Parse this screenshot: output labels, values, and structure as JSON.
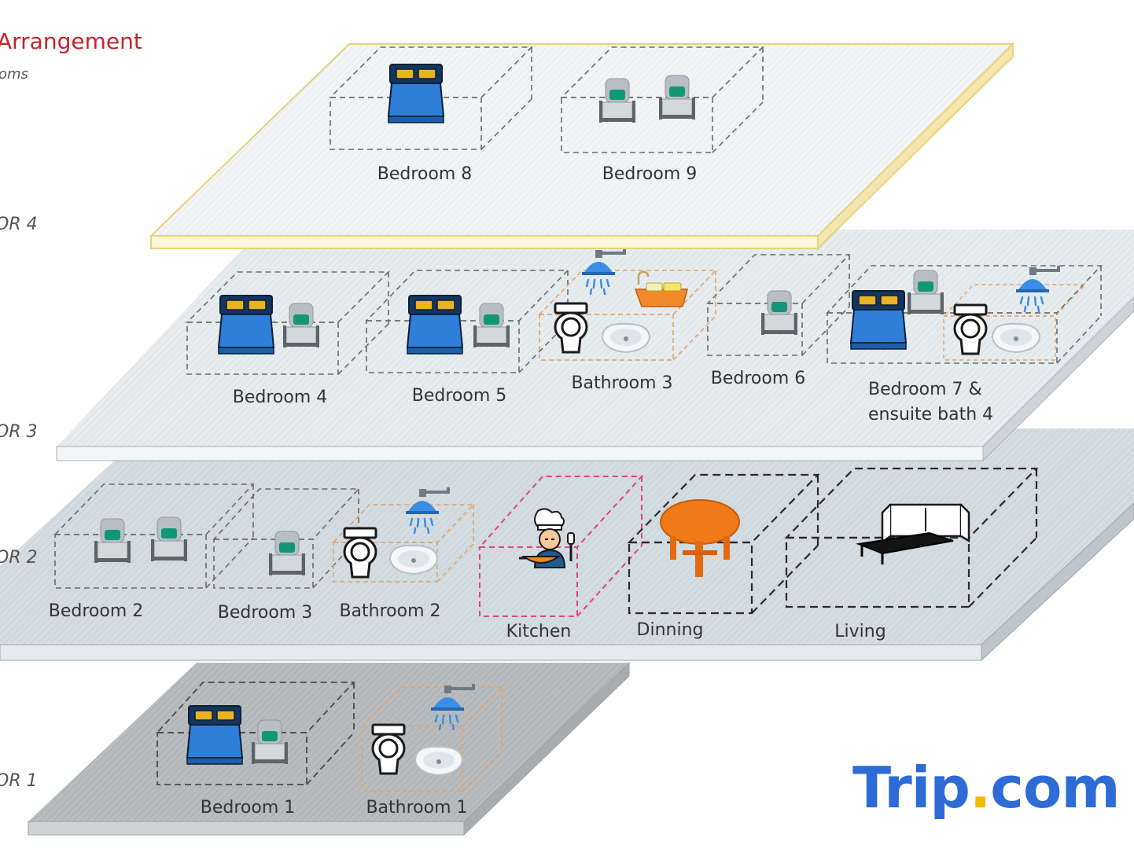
{
  "header": {
    "title": "Arrangement",
    "subtitle": "oms"
  },
  "floor_labels": [
    "OR 4",
    "OR 3",
    "OR 2",
    "OR 1"
  ],
  "floors": [
    {
      "labels": [
        "Bedroom 8",
        "Bedroom 9"
      ]
    },
    {
      "labels": [
        "Bedroom 4",
        "Bedroom 5",
        "Bathroom 3",
        "Bedroom 6",
        "Bedroom 7 &",
        "ensuite bath 4"
      ]
    },
    {
      "labels": [
        "Bedroom 2",
        "Bedroom 3",
        "Bathroom 2",
        "Kitchen",
        "Dinning",
        "Living"
      ]
    },
    {
      "labels": [
        "Bedroom 1",
        "Bathroom 1"
      ]
    }
  ],
  "brand": {
    "word": "Trip",
    "dot": ".",
    "suffix": "com",
    "color": "#2e6bd6",
    "dot_color": "#f5b800"
  },
  "colors": {
    "title": "#c0272d",
    "top_floor_border": "#e9d27a",
    "bed_blue": "#2f7fd8",
    "pillow": "#e8b325",
    "toilet_outline": "#1a1a1a",
    "shower": "#3a8ee6",
    "table_orange": "#f07a1a",
    "kitchen_box": "#e0457a"
  },
  "icons": [
    "double-bed-icon",
    "single-bed-icon",
    "toilet-icon",
    "shower-icon",
    "sink-icon",
    "bathtub-icon",
    "chef-icon",
    "dining-table-icon",
    "sofa-bed-icon"
  ]
}
